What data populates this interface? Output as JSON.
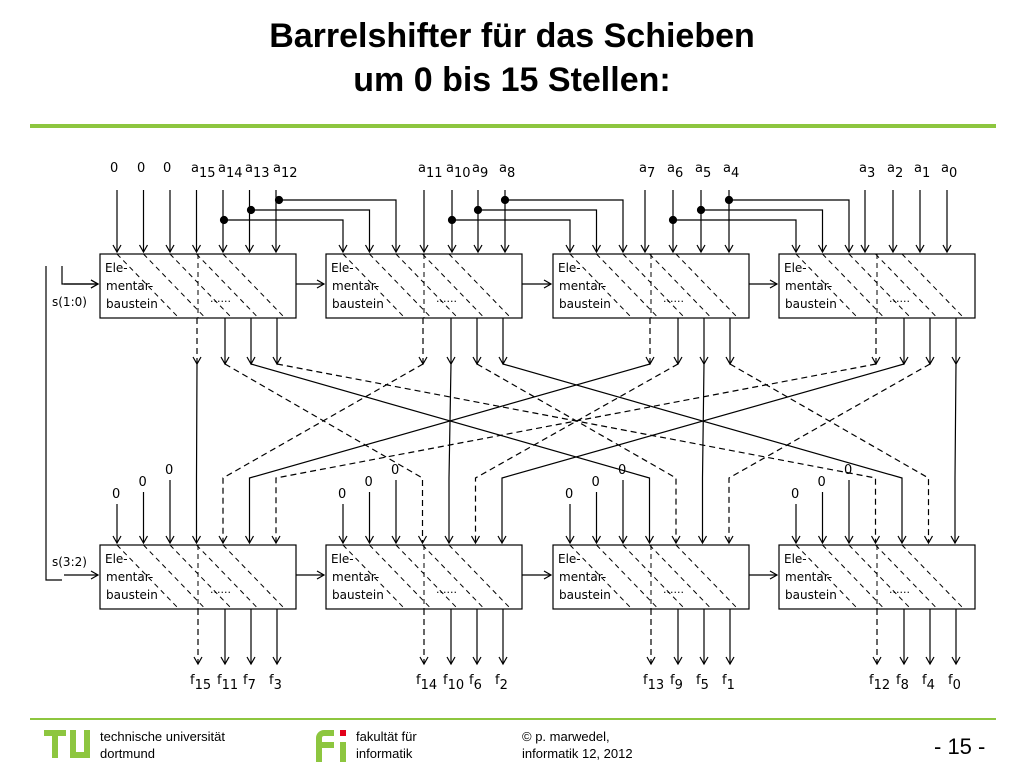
{
  "slide": {
    "title_line1": "Barrelshifter für das Schieben",
    "title_line2": "um 0 bis 15 Stellen:",
    "page_number": "-  15 -"
  },
  "colors": {
    "accent": "#8dc63f",
    "ink": "#000000"
  },
  "diagram": {
    "element_label": [
      "Ele-",
      "mentar-",
      "baustein"
    ],
    "dots": "......",
    "control_top": "s(1:0)",
    "control_bottom": "s(3:2)",
    "inputs": [
      {
        "base": "0",
        "sub": ""
      },
      {
        "base": "0",
        "sub": ""
      },
      {
        "base": "0",
        "sub": ""
      },
      {
        "base": "a",
        "sub": "15"
      },
      {
        "base": "a",
        "sub": "14"
      },
      {
        "base": "a",
        "sub": "13"
      },
      {
        "base": "a",
        "sub": "12"
      },
      {
        "base": "a",
        "sub": "11"
      },
      {
        "base": "a",
        "sub": "10"
      },
      {
        "base": "a",
        "sub": "9"
      },
      {
        "base": "a",
        "sub": "8"
      },
      {
        "base": "a",
        "sub": "7"
      },
      {
        "base": "a",
        "sub": "6"
      },
      {
        "base": "a",
        "sub": "5"
      },
      {
        "base": "a",
        "sub": "4"
      },
      {
        "base": "a",
        "sub": "3"
      },
      {
        "base": "a",
        "sub": "2"
      },
      {
        "base": "a",
        "sub": "1"
      },
      {
        "base": "a",
        "sub": "0"
      }
    ],
    "zero_label": "0",
    "outputs": [
      {
        "base": "f",
        "sub": "15"
      },
      {
        "base": "f",
        "sub": "11"
      },
      {
        "base": "f",
        "sub": "7"
      },
      {
        "base": "f",
        "sub": "3"
      },
      {
        "base": "f",
        "sub": "14"
      },
      {
        "base": "f",
        "sub": "10"
      },
      {
        "base": "f",
        "sub": "6"
      },
      {
        "base": "f",
        "sub": "2"
      },
      {
        "base": "f",
        "sub": "13"
      },
      {
        "base": "f",
        "sub": "9"
      },
      {
        "base": "f",
        "sub": "5"
      },
      {
        "base": "f",
        "sub": "1"
      },
      {
        "base": "f",
        "sub": "12"
      },
      {
        "base": "f",
        "sub": "8"
      },
      {
        "base": "f",
        "sub": "4"
      },
      {
        "base": "f",
        "sub": "0"
      }
    ]
  },
  "footer": {
    "university_line1": "technische universität",
    "university_line2": "dortmund",
    "faculty_line1": "fakultät für",
    "faculty_line2": "informatik",
    "copyright_line1": "© p. marwedel,",
    "copyright_line2": "informatik 12,  2012"
  }
}
